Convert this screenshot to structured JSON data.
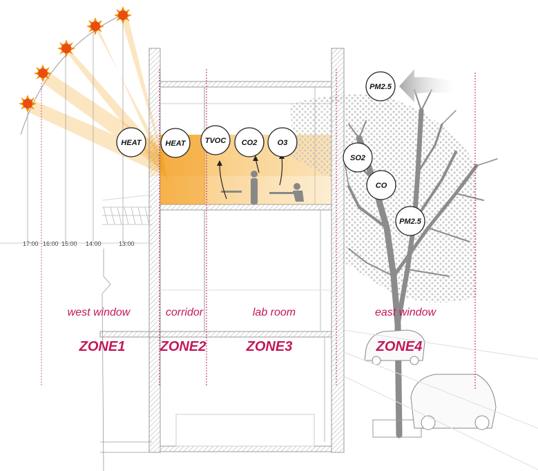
{
  "sun_times": [
    "17:00",
    "16:00",
    "15:00",
    "14:00",
    "13:00"
  ],
  "bubbles": {
    "heat_west": "HEAT",
    "heat_corridor": "HEAT",
    "tvoc": "TVOC",
    "co2": "CO2",
    "o3": "O3",
    "pm25_top": "PM2.5",
    "so2": "SO2",
    "co": "CO",
    "pm25_tree": "PM2.5"
  },
  "zones": [
    {
      "label": "west window",
      "name": "ZONE1"
    },
    {
      "label": "corridor",
      "name": "ZONE2"
    },
    {
      "label": "lab room",
      "name": "ZONE3"
    },
    {
      "label": "east window",
      "name": "ZONE4"
    }
  ],
  "colors": {
    "sun": "#f28c00",
    "sun_core": "#e84e0f",
    "ray": "#f5a623",
    "zone_text": "#c2185b",
    "zone_line": "#c2185b",
    "building": "#9a9a9a",
    "tree": "#8c8c8c"
  }
}
